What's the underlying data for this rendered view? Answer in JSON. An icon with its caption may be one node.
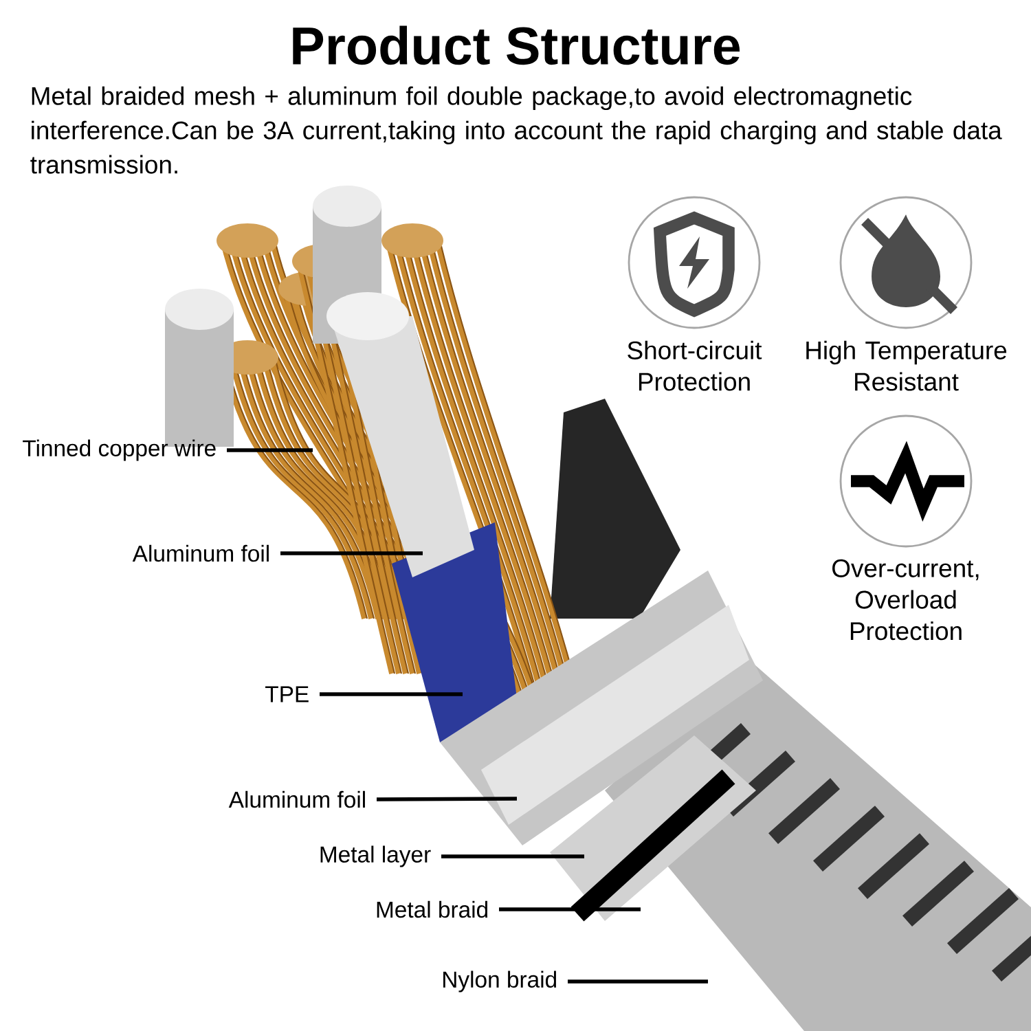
{
  "diagram": {
    "title": "Product Structure",
    "caption": "Metal braided mesh + aluminum foil double package,to avoid electromagnetic interference.Can be 3A current,taking into account the rapid charging and stable data transmission.",
    "nodes": [
      {
        "text": [
          "Tinned copper wire"
        ]
      },
      {
        "text": [
          "Aluminum foil"
        ]
      },
      {
        "text": [
          "TPE"
        ]
      },
      {
        "text": [
          "Aluminum foil"
        ]
      },
      {
        "text": [
          "Metal layer"
        ]
      },
      {
        "text": [
          "Metal braid"
        ]
      },
      {
        "text": [
          "Nylon braid"
        ]
      },
      {
        "text": [
          "Short-circuit Protection"
        ]
      },
      {
        "text": [
          "High Temperature Resistant"
        ]
      },
      {
        "text": [
          "Over-current, Overload Protection"
        ]
      }
    ],
    "edges": [
      {
        "from": 0,
        "to": null,
        "arrow": "none"
      },
      {
        "from": 1,
        "to": null,
        "arrow": "none"
      },
      {
        "from": 2,
        "to": null,
        "arrow": "none"
      },
      {
        "from": 3,
        "to": null,
        "arrow": "none"
      },
      {
        "from": 4,
        "to": null,
        "arrow": "none"
      },
      {
        "from": 5,
        "to": null,
        "arrow": "none"
      },
      {
        "from": 6,
        "to": null,
        "arrow": "none"
      }
    ]
  }
}
